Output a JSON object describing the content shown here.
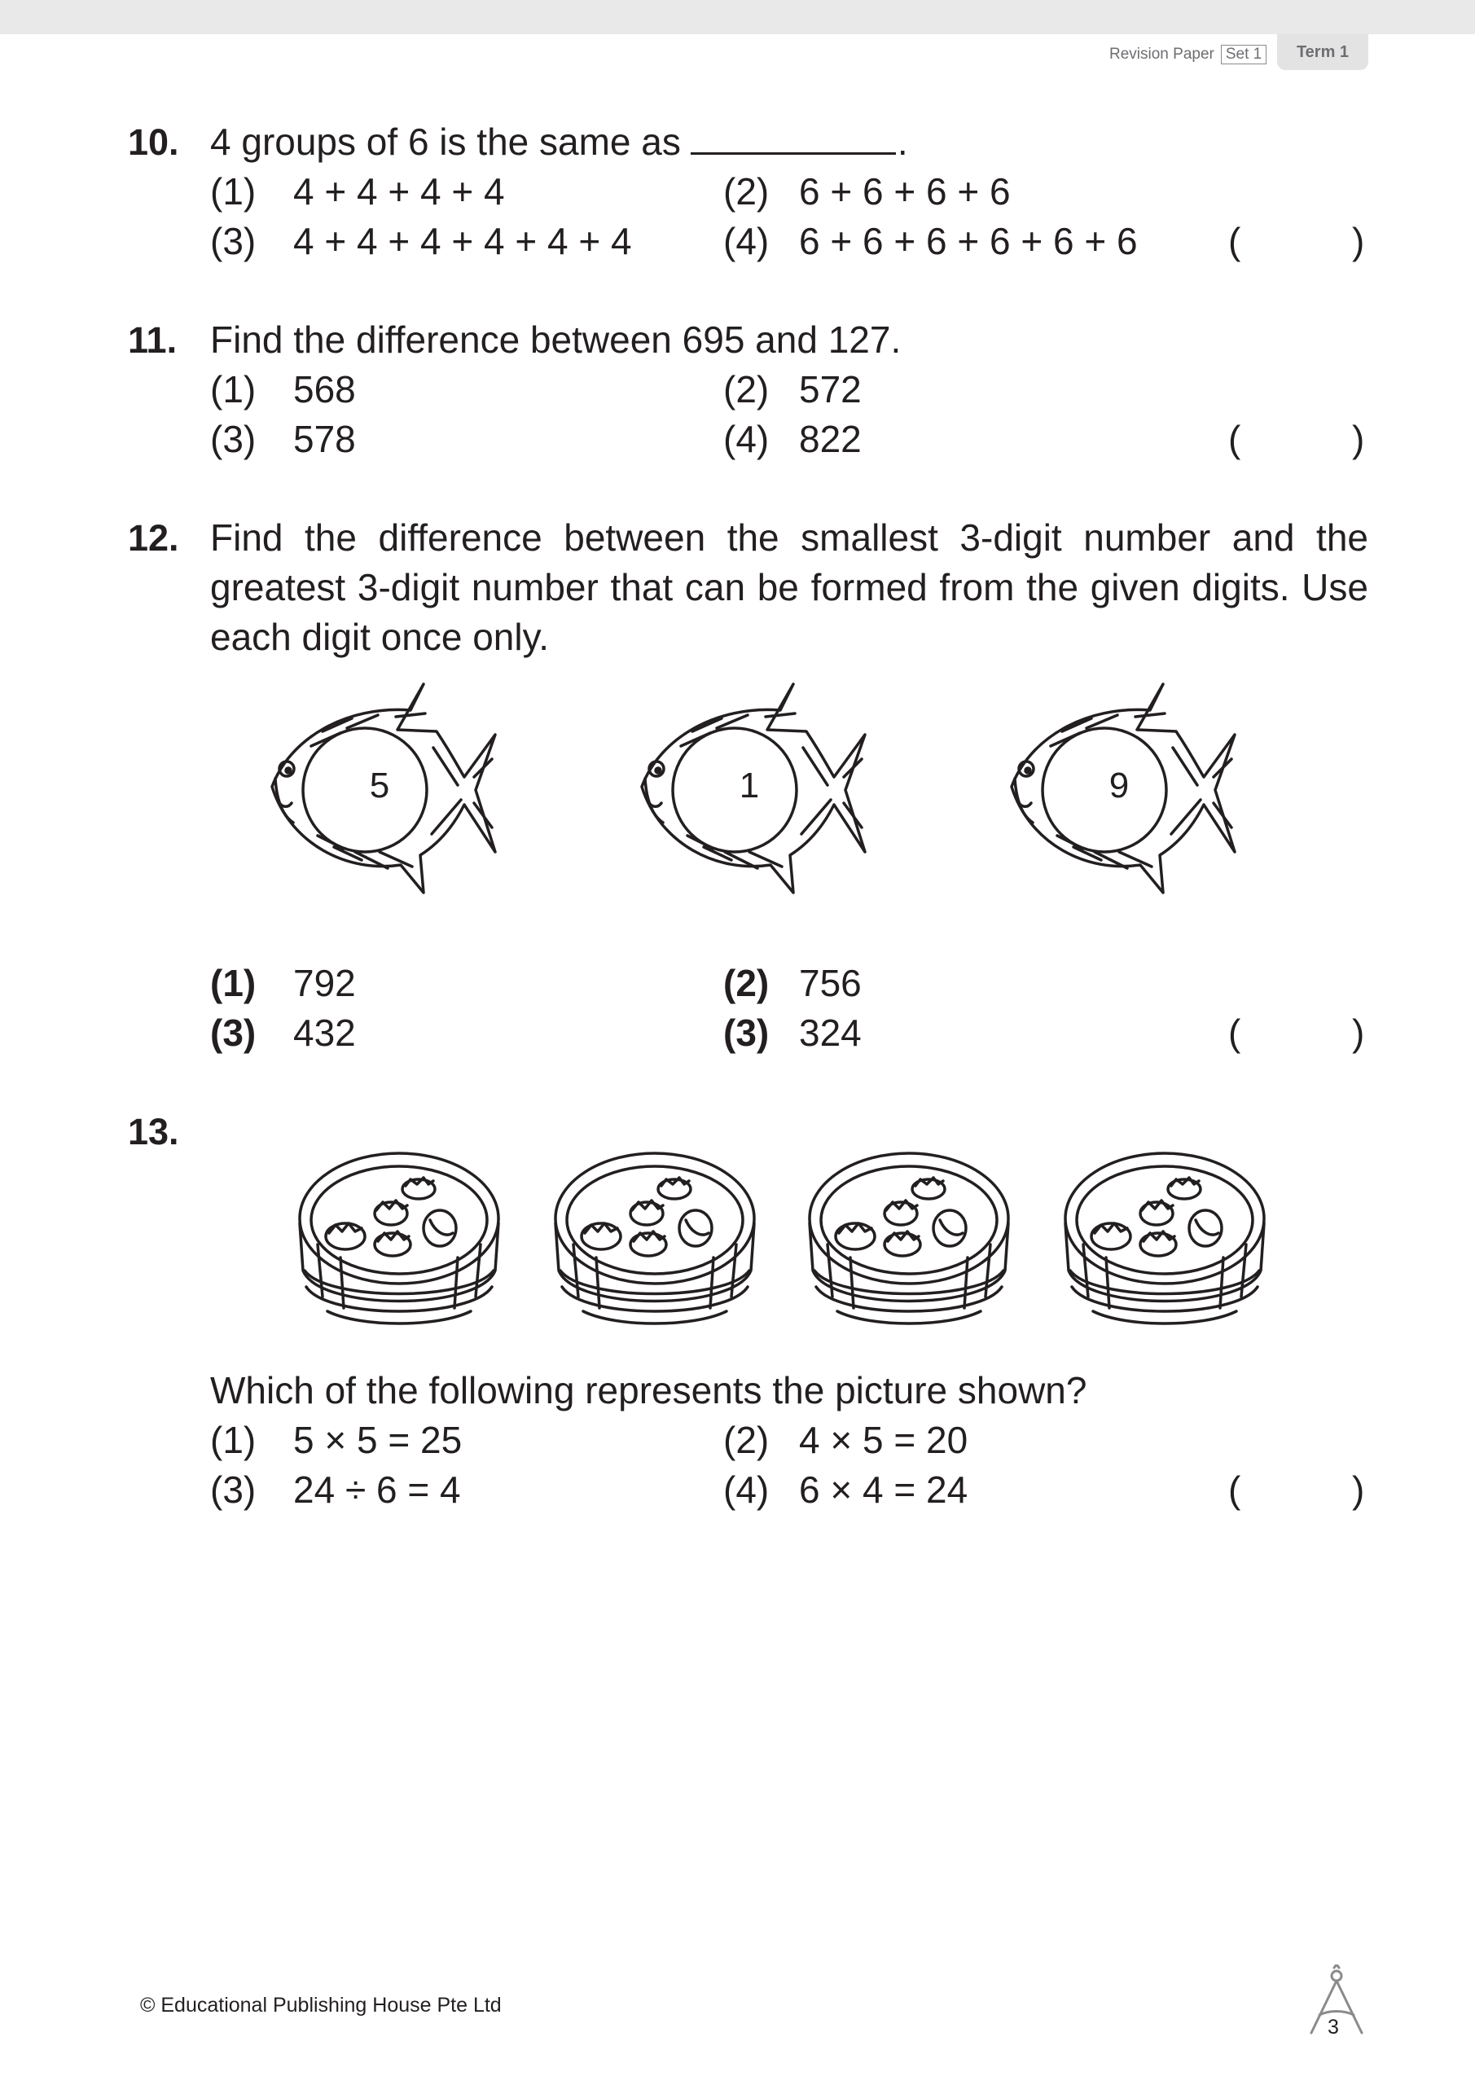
{
  "header": {
    "paper_label": "Revision Paper",
    "set_label": "Set 1",
    "term_label": "Term 1"
  },
  "questions": [
    {
      "number": "10.",
      "stem_before": "4 groups of 6 is the same as",
      "stem_after": ".",
      "options": [
        {
          "no": "(1)",
          "text": "4 + 4 + 4 + 4"
        },
        {
          "no": "(2)",
          "text": "6 + 6 + 6 + 6"
        },
        {
          "no": "(3)",
          "text": "4 + 4 + 4 + 4 + 4 + 4"
        },
        {
          "no": "(4)",
          "text": "6 + 6 + 6 + 6 + 6 + 6"
        }
      ]
    },
    {
      "number": "11.",
      "stem": "Find the difference between 695 and 127.",
      "options": [
        {
          "no": "(1)",
          "text": "568"
        },
        {
          "no": "(2)",
          "text": "572"
        },
        {
          "no": "(3)",
          "text": "578"
        },
        {
          "no": "(4)",
          "text": "822"
        }
      ]
    },
    {
      "number": "12.",
      "stem": "Find the difference between the smallest 3-digit number and the greatest 3-digit number that can be formed from the given digits. Use each digit once only.",
      "digits": [
        "5",
        "1",
        "9"
      ],
      "options": [
        {
          "no": "(1)",
          "text": "792"
        },
        {
          "no": "(2)",
          "text": "756"
        },
        {
          "no": "(3)",
          "text": "432"
        },
        {
          "no": "(3)",
          "text": "324"
        }
      ]
    },
    {
      "number": "13.",
      "stem": "Which of the following represents the picture shown?",
      "options": [
        {
          "no": "(1)",
          "text": "5 × 5 = 25"
        },
        {
          "no": "(2)",
          "text": "4 × 5 = 20"
        },
        {
          "no": "(3)",
          "text": "24 ÷ 6 = 4"
        },
        {
          "no": "(4)",
          "text": "6 × 4 = 24"
        }
      ]
    }
  ],
  "answer_bracket": {
    "open": "(",
    "close": ")"
  },
  "footer": {
    "copyright": "© Educational Publishing House Pte Ltd",
    "page_number": "3"
  }
}
